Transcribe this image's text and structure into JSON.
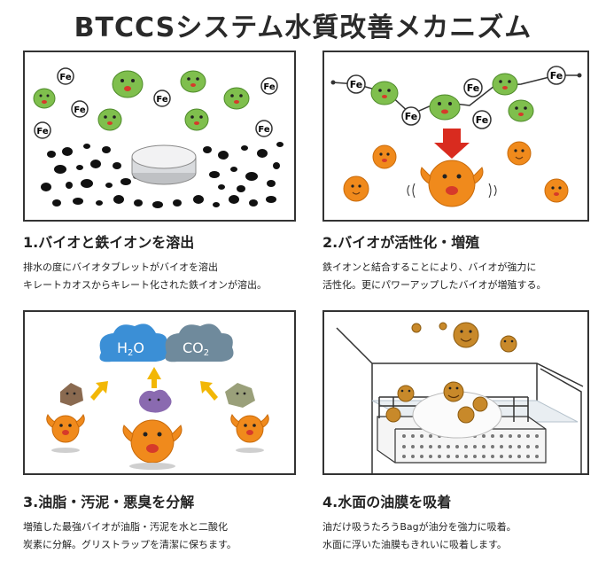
{
  "title": "BTCCSシステム水質改善メカニズム",
  "labels": {
    "fe": "Fe",
    "h2o_h": "H",
    "h2o_2": "2",
    "h2o_o": "O",
    "co2_c": "CO",
    "co2_2": "2"
  },
  "steps": [
    {
      "heading": "1.バイオと鉄イオンを溶出",
      "line1": "排水の度にバイオタブレットがバイオを溶出",
      "line2": "キレートカオスからキレート化された鉄イオンが溶出。"
    },
    {
      "heading": "2.バイオが活性化・増殖",
      "line1": "鉄イオンと結合することにより、バイオが強力に",
      "line2": "活性化。更にパワーアップしたバイオが増殖する。"
    },
    {
      "heading": "3.油脂・汚泥・悪臭を分解",
      "line1": "増殖した最強バイオが油脂・汚泥を水と二酸化",
      "line2": "炭素に分解。グリストラップを清潔に保ちます。"
    },
    {
      "heading": "4.水面の油膜を吸着",
      "line1": "油だけ吸うたろうBagが油分を強力に吸着。",
      "line2": "水面に浮いた油膜もきれいに吸着します。"
    }
  ],
  "colors": {
    "green": "#7fbf4d",
    "orange": "#f08a1c",
    "blue_cloud": "#3b8fd6",
    "grey_cloud": "#6f8a9c",
    "arrow_red": "#d92b1f",
    "arrow_yellow": "#f2b705"
  }
}
